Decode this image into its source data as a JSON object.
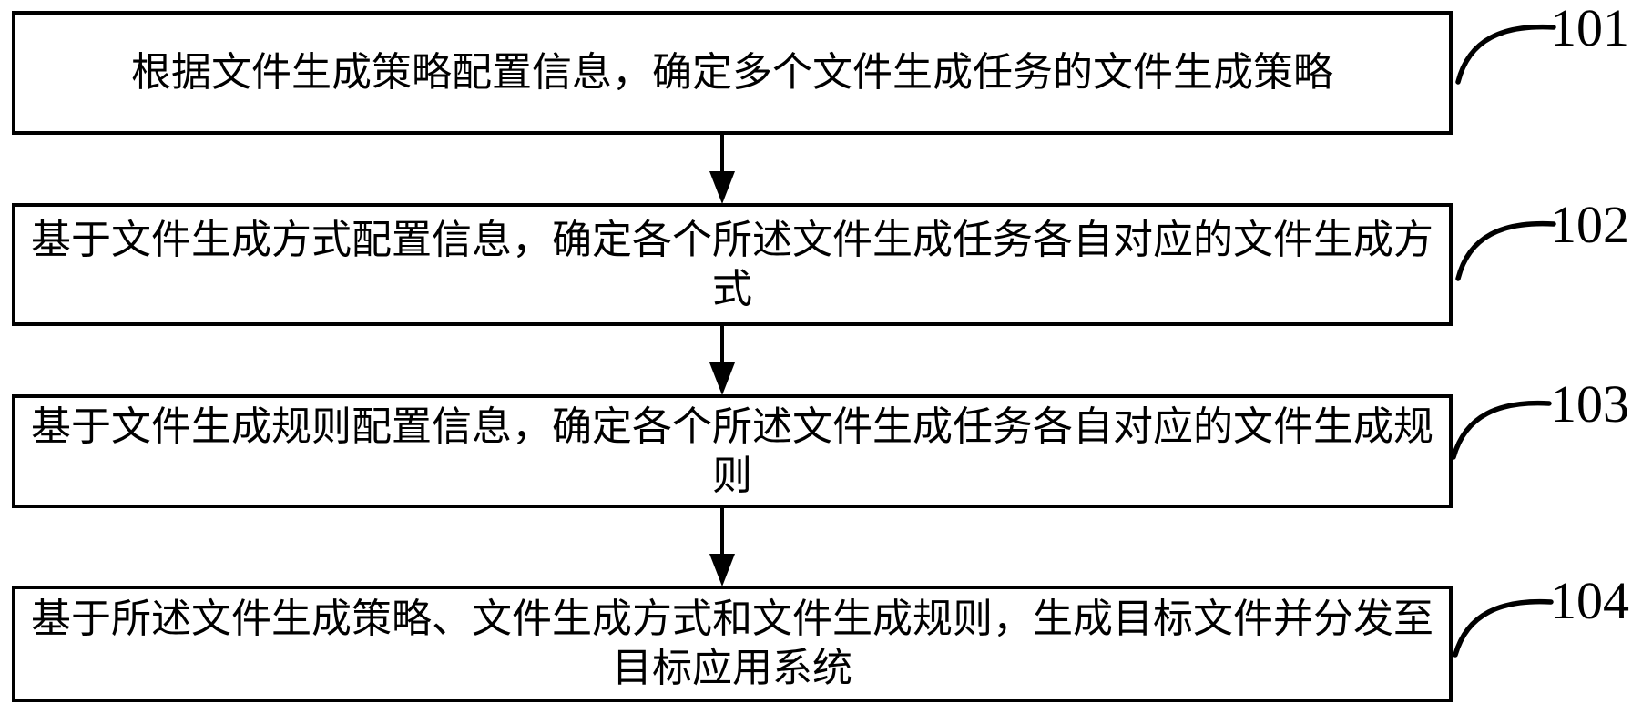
{
  "figure": {
    "type": "flowchart",
    "background_color": "#ffffff",
    "ink_color": "#000000"
  },
  "boxes": [
    {
      "label": "101",
      "lines": [
        "根据文件生成策略配置信息，确定多个文件生成任务的文件生成策略"
      ]
    },
    {
      "label": "102",
      "lines": [
        "基于文件生成方式配置信息，确定各个所述文件生成任务各自对应的文件生成方",
        "式"
      ]
    },
    {
      "label": "103",
      "lines": [
        "基于文件生成规则配置信息，确定各个所述文件生成任务各自对应的文件生成规",
        "则"
      ]
    },
    {
      "label": "104",
      "lines": [
        "基于所述文件生成策略、文件生成方式和文件生成规则，生成目标文件并分发至",
        "目标应用系统"
      ]
    }
  ],
  "connectors": [
    {
      "from": "101",
      "to": "102",
      "style": "down-arrow"
    },
    {
      "from": "102",
      "to": "103",
      "style": "down-arrow"
    },
    {
      "from": "103",
      "to": "104",
      "style": "down-arrow"
    }
  ]
}
